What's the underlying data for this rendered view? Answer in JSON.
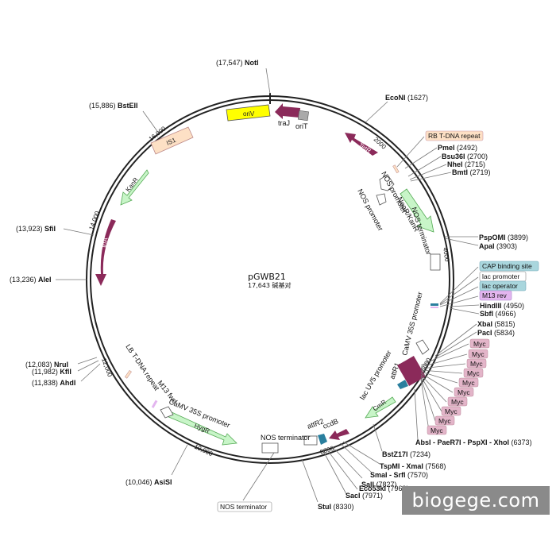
{
  "plasmid": {
    "name": "pGWB21",
    "size_label": "17,643 碱基对"
  },
  "watermark": "biogege.com",
  "ring_ticks": [
    "2000",
    "4000",
    "6000",
    "8000",
    "10,000",
    "12,000",
    "14,000",
    "16,000"
  ],
  "sites": [
    {
      "name": "NotI",
      "pos": "(17,547)"
    },
    {
      "name": "EcoNI",
      "pos": "(1627)"
    },
    {
      "name": "PmeI",
      "pos": "(2492)"
    },
    {
      "name": "Bsu36I",
      "pos": "(2700)"
    },
    {
      "name": "NheI",
      "pos": "(2715)"
    },
    {
      "name": "BmtI",
      "pos": "(2719)"
    },
    {
      "name": "PspOMI",
      "pos": "(3899)"
    },
    {
      "name": "ApaI",
      "pos": "(3903)"
    },
    {
      "name": "HindIII",
      "pos": "(4950)"
    },
    {
      "name": "SbfI",
      "pos": "(4966)"
    },
    {
      "name": "XbaI",
      "pos": "(5815)"
    },
    {
      "name": "PacI",
      "pos": "(5834)"
    },
    {
      "name": "AbsI - PaeR7I - PspXI - XhoI",
      "pos": "(6373)"
    },
    {
      "name": "BstZ17I",
      "pos": "(7234)"
    },
    {
      "name": "TspMI - XmaI",
      "pos": "(7568)"
    },
    {
      "name": "SmaI - SrfI",
      "pos": "(7570)"
    },
    {
      "name": "SalI",
      "pos": "(7827)"
    },
    {
      "name": "Eco53kI",
      "pos": "(7969)"
    },
    {
      "name": "SacI",
      "pos": "(7971)"
    },
    {
      "name": "StuI",
      "pos": "(8330)"
    },
    {
      "name": "AsiSI",
      "pos": "(10,046)"
    },
    {
      "name": "AhdI",
      "pos": "(11,838)"
    },
    {
      "name": "KflI",
      "pos": "(11,982)"
    },
    {
      "name": "NruI",
      "pos": "(12,083)"
    },
    {
      "name": "AleI",
      "pos": "(13,236)"
    },
    {
      "name": "SfiI",
      "pos": "(13,923)"
    },
    {
      "name": "BstEII",
      "pos": "(15,886)"
    }
  ],
  "features": {
    "oriV": "oriV",
    "traJ": "traJ",
    "oriT": "oriT",
    "TetR": "TetR",
    "IS1": "IS1",
    "KanR": "KanR",
    "trfA": "trfA",
    "nos_promoter_1": "NOS promoter",
    "nos_promoter_2": "NOS promoter",
    "neor_kanr": "NeoR/KanR",
    "nos_terminator_1": "NOS terminator",
    "camv_35s_1": "CaMV 35S promoter",
    "attR1": "attR1",
    "lac_uv5": "lac UV5 promoter",
    "CmR": "CmR",
    "ccdB": "ccdB",
    "attR2": "attR2",
    "nos_terminator_2": "NOS terminator",
    "hygR": "HygR",
    "camv_35s_2": "CaMV 35S promoter",
    "m13_fwd": "M13 fwd",
    "lb_repeat": "LB T-DNA repeat",
    "nos_terminator_3": "NOS terminator"
  },
  "tags": {
    "rb_repeat": "RB T-DNA repeat",
    "cap": "CAP binding site",
    "lac_promoter": "lac promoter",
    "lac_operator": "lac operator",
    "m13_rev": "M13 rev",
    "myc": [
      "Myc",
      "Myc",
      "Myc",
      "Myc",
      "Myc",
      "Myc",
      "Myc",
      "Myc",
      "Myc",
      "Myc"
    ]
  },
  "colors": {
    "oriV": "#ffff00",
    "maroon": "#8b2a5a",
    "ltgreen": "#c8f5c8",
    "peach": "#fde0c5",
    "teal": "#2a7f9e",
    "grey": "#aaaaaa",
    "cap_tag": "#a9d6dd",
    "m13_tag": "#e3b5ef",
    "myc_tag": "#e3b5c9"
  }
}
